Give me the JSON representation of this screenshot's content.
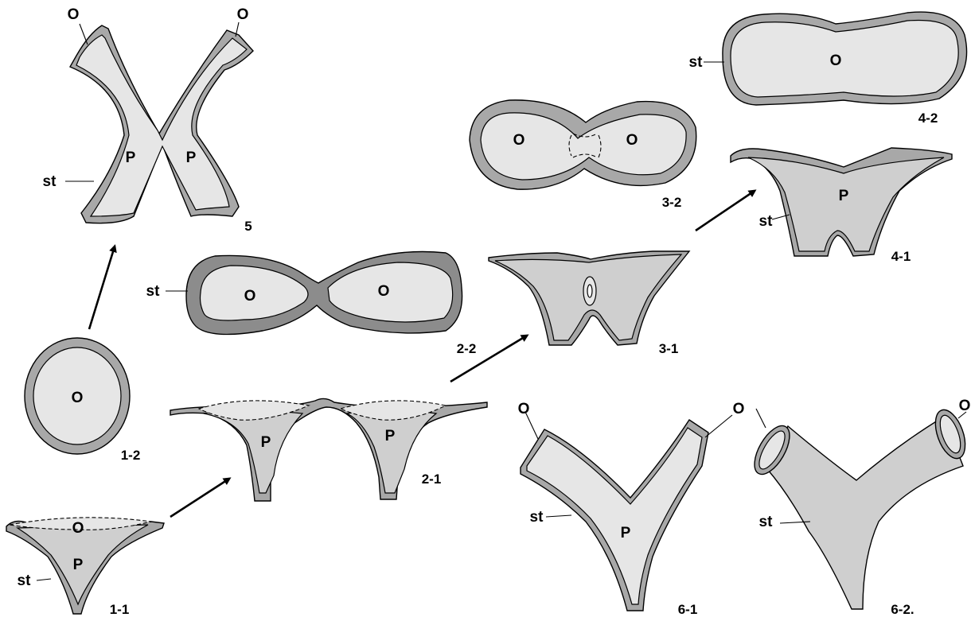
{
  "colors": {
    "wall": "#a8a8a8",
    "wall_dark": "#8c8c8c",
    "cavity_light": "#e6e6e6",
    "cavity_mid": "#cfcfcf",
    "stroke": "#000000"
  },
  "labels": {
    "o": "O",
    "p": "P",
    "st": "st"
  },
  "figures": {
    "f1_1": "1-1",
    "f1_2": "1-2",
    "f2_1": "2-1",
    "f2_2": "2-2",
    "f3_1": "3-1",
    "f3_2": "3-2",
    "f4_1": "4-1",
    "f4_2": "4-2",
    "f5": "5",
    "f6_1": "6-1",
    "f6_2": "6-2."
  }
}
